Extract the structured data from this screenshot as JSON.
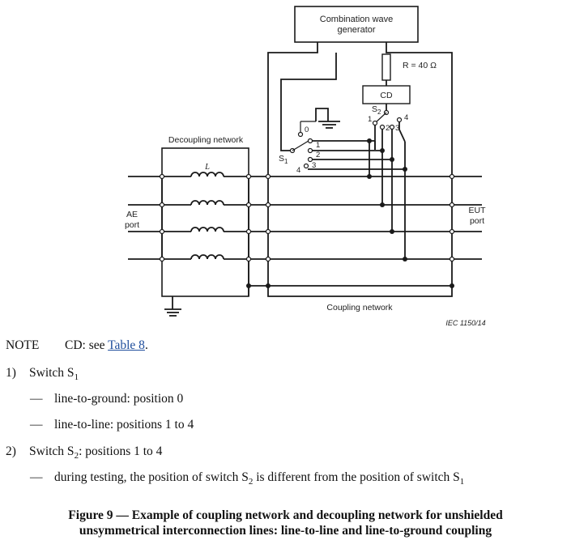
{
  "diagram": {
    "generator_label_line1": "Combination wave",
    "generator_label_line2": "generator",
    "resistor_label": "R = 40 Ω",
    "cd_label": "CD",
    "s1_label": "S",
    "s1_sub": "1",
    "s2_label": "S",
    "s2_sub": "2",
    "s1_positions": [
      "0",
      "1",
      "2",
      "3",
      "4"
    ],
    "s2_positions": [
      "1",
      "2",
      "3",
      "4"
    ],
    "decoupling_label": "Decoupling network",
    "inductor_label": "L",
    "ae_port_line1": "AE",
    "ae_port_line2": "port",
    "eut_port_line1": "EUT",
    "eut_port_line2": "port",
    "coupling_label": "Coupling network",
    "figure_id": "IEC  1150/14"
  },
  "notes": {
    "note_label": "NOTE",
    "note_text_prefix": "CD: see ",
    "note_link": "Table 8",
    "note_text_suffix": ".",
    "item1_num": "1)",
    "item1_text": "Switch S",
    "item1_sub": "1",
    "item1_sub1": "line-to-ground: position 0",
    "item1_sub2": "line-to-line: positions 1 to 4",
    "item2_num": "2)",
    "item2_text_a": "Switch S",
    "item2_sub": "2",
    "item2_text_b": ": positions 1 to 4",
    "item2_sub1_a": "during testing, the position of switch S",
    "item2_sub1_sub_a": "2",
    "item2_sub1_b": " is different from the position of switch S",
    "item2_sub1_sub_b": "1",
    "dash": "—"
  },
  "caption": {
    "line1": "Figure 9 — Example of coupling network and decoupling network for unshielded",
    "line2": "unsymmetrical interconnection lines: line-to-line and line-to-ground coupling"
  }
}
